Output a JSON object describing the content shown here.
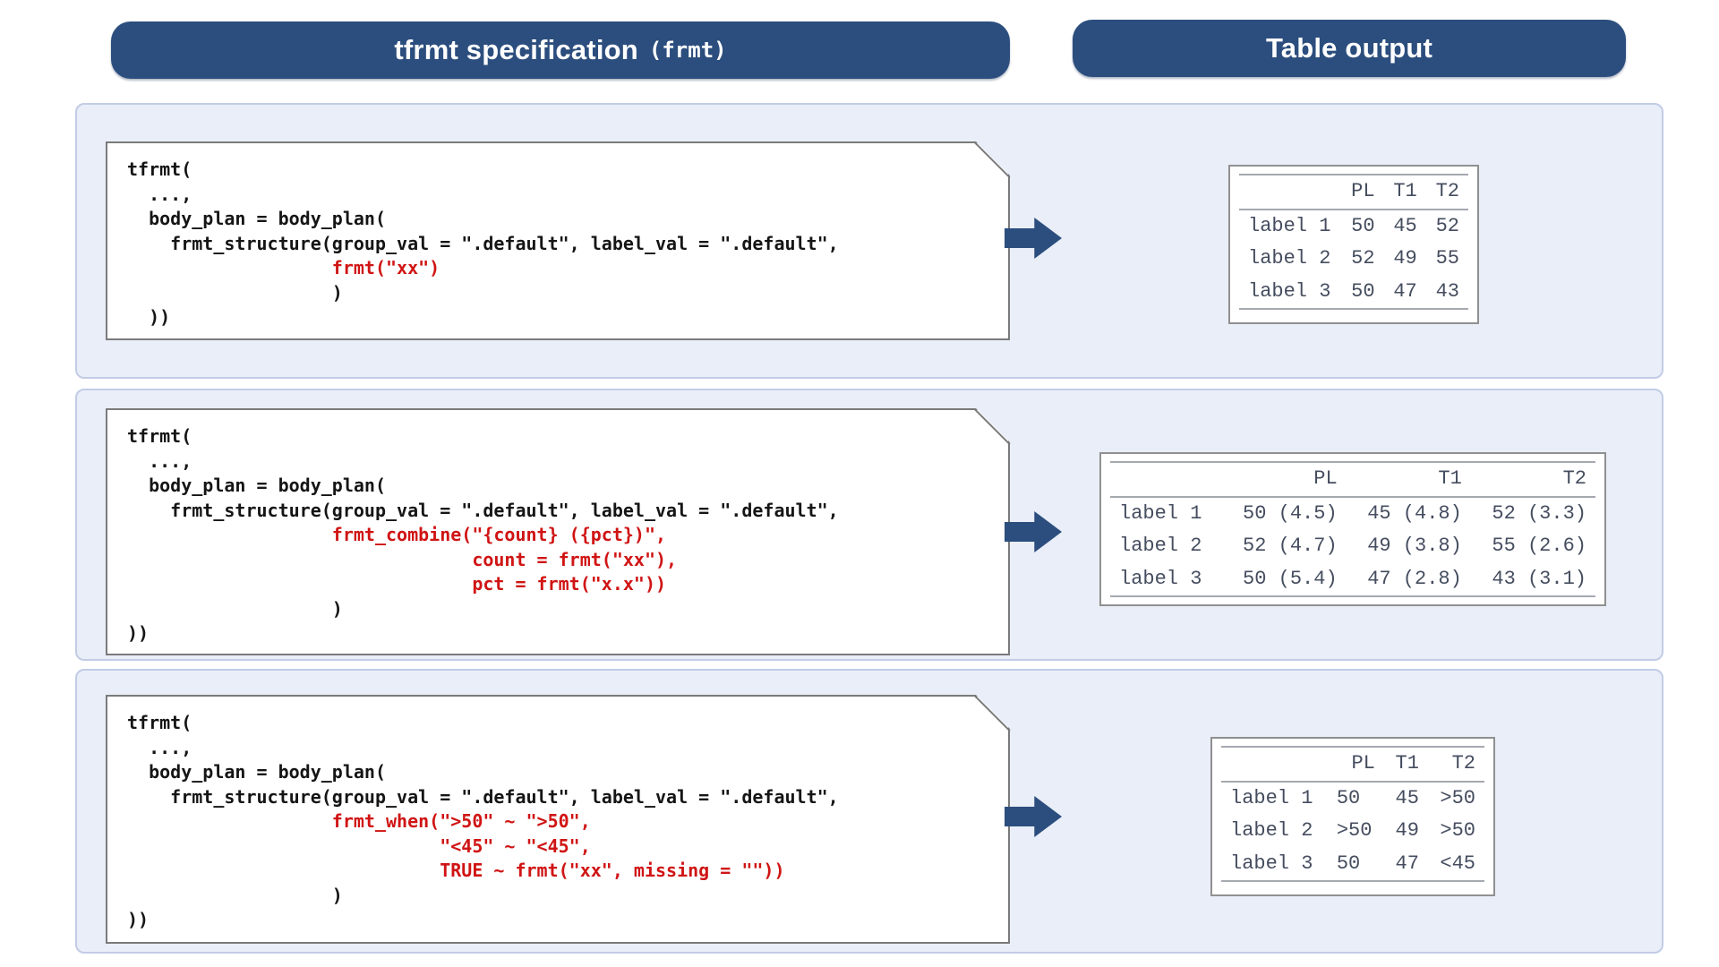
{
  "header": {
    "spec_title": "tfrmt specification",
    "spec_code": "(frmt)",
    "output_title": "Table output"
  },
  "colors": {
    "navy": "#2C4E7E",
    "panel_bg": "#E9EEF8",
    "panel_border": "#C2CCE6",
    "code_red": "#D01414",
    "code_black": "#151515",
    "box_border": "#7A7A7A",
    "table_text": "#454D5F",
    "table_rule": "#A5A9B0"
  },
  "sections": [
    {
      "name": "frmt-example",
      "code_lines": [
        {
          "text": "tfrmt(",
          "red": false
        },
        {
          "text": "  ...,",
          "red": false
        },
        {
          "text": "  body_plan = body_plan(",
          "red": false
        },
        {
          "text": "    frmt_structure(group_val = \".default\", label_val = \".default\",",
          "red": false
        },
        {
          "text": "                   frmt(\"xx\")",
          "red": true
        },
        {
          "text": "                   )",
          "red": false
        },
        {
          "text": "  ))",
          "red": false
        }
      ],
      "table": {
        "headers": [
          "",
          "PL",
          "T1",
          "T2"
        ],
        "rows": [
          [
            "label 1",
            "50",
            "45",
            "52"
          ],
          [
            "label 2",
            "52",
            "49",
            "55"
          ],
          [
            "label 3",
            "50",
            "47",
            "43"
          ]
        ]
      }
    },
    {
      "name": "frmt-combine-example",
      "code_lines": [
        {
          "text": "tfrmt(",
          "red": false
        },
        {
          "text": "  ...,",
          "red": false
        },
        {
          "text": "  body_plan = body_plan(",
          "red": false
        },
        {
          "text": "    frmt_structure(group_val = \".default\", label_val = \".default\",",
          "red": false
        },
        {
          "text": "                   frmt_combine(\"{count} ({pct})\",",
          "red": true
        },
        {
          "text": "                                count = frmt(\"xx\"),",
          "red": true
        },
        {
          "text": "                                pct = frmt(\"x.x\"))",
          "red": true
        },
        {
          "text": "                   )",
          "red": false
        },
        {
          "text": "))",
          "red": false
        }
      ],
      "table": {
        "headers": [
          "",
          "PL",
          "T1",
          "T2"
        ],
        "rows": [
          [
            "label 1",
            "50 (4.5)",
            "45 (4.8)",
            "52 (3.3)"
          ],
          [
            "label 2",
            "52 (4.7)",
            "49 (3.8)",
            "55 (2.6)"
          ],
          [
            "label 3",
            "50 (5.4)",
            "47 (2.8)",
            "43 (3.1)"
          ]
        ]
      }
    },
    {
      "name": "frmt-when-example",
      "code_lines": [
        {
          "text": "tfrmt(",
          "red": false
        },
        {
          "text": "  ...,",
          "red": false
        },
        {
          "text": "  body_plan = body_plan(",
          "red": false
        },
        {
          "text": "    frmt_structure(group_val = \".default\", label_val = \".default\",",
          "red": false
        },
        {
          "text": "                   frmt_when(\">50\" ~ \">50\",",
          "red": true
        },
        {
          "text": "                             \"<45\" ~ \"<45\",",
          "red": true
        },
        {
          "text": "                             TRUE ~ frmt(\"xx\", missing = \"\"))",
          "red": true
        },
        {
          "text": "                   )",
          "red": false
        },
        {
          "text": "))",
          "red": false
        }
      ],
      "table": {
        "headers": [
          "",
          "PL",
          "T1",
          "T2"
        ],
        "rows": [
          [
            "label 1",
            "50",
            "45",
            ">50"
          ],
          [
            "label 2",
            ">50",
            "49",
            ">50"
          ],
          [
            "label 3",
            "50",
            "47",
            "<45"
          ]
        ]
      }
    }
  ]
}
